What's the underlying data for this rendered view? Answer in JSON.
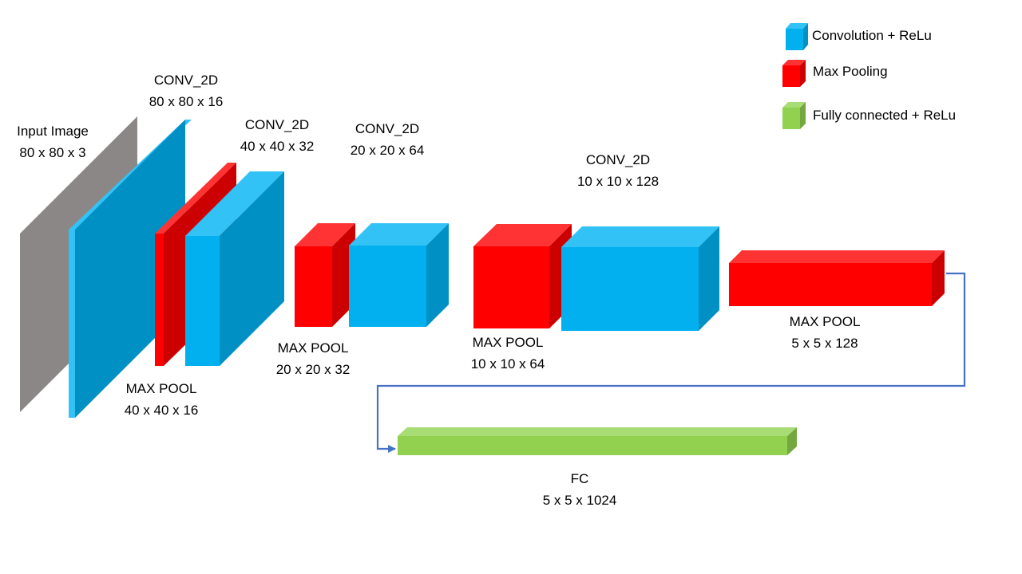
{
  "colors": {
    "conv": {
      "front": "#02B0F0",
      "top": "#33C2F5",
      "side": "#0190C4"
    },
    "pool": {
      "front": "#FF0000",
      "top": "#FF3333",
      "side": "#CC0000"
    },
    "fc": {
      "front": "#92D050",
      "top": "#A8DC74",
      "side": "#74A83F"
    },
    "input": "#8C8787",
    "arrow": "#4472C4"
  },
  "legend": [
    {
      "label": "Convolution + ReLu",
      "kind": "conv"
    },
    {
      "label": "Max Pooling",
      "kind": "pool"
    },
    {
      "label": "Fully connected + ReLu",
      "kind": "fc"
    }
  ],
  "layers": {
    "input": {
      "name": "Input Image",
      "dims": "80 x 80 x 3"
    },
    "conv1": {
      "name": "CONV_2D",
      "dims": "80 x 80 x 16"
    },
    "pool1": {
      "name": "MAX POOL",
      "dims": "40 x 40 x 16"
    },
    "conv2": {
      "name": "CONV_2D",
      "dims": "40 x 40 x 32"
    },
    "pool2": {
      "name": "MAX POOL",
      "dims": "20 x 20 x 32"
    },
    "conv3": {
      "name": "CONV_2D",
      "dims": "20 x 20 x 64"
    },
    "pool3": {
      "name": "MAX POOL",
      "dims": "10 x 10 x 64"
    },
    "conv4": {
      "name": "CONV_2D",
      "dims": "10 x 10 x 128"
    },
    "pool4": {
      "name": "MAX POOL",
      "dims": "5 x 5 x 128"
    },
    "fc": {
      "name": "FC",
      "dims": "5 x 5 x 1024"
    }
  }
}
